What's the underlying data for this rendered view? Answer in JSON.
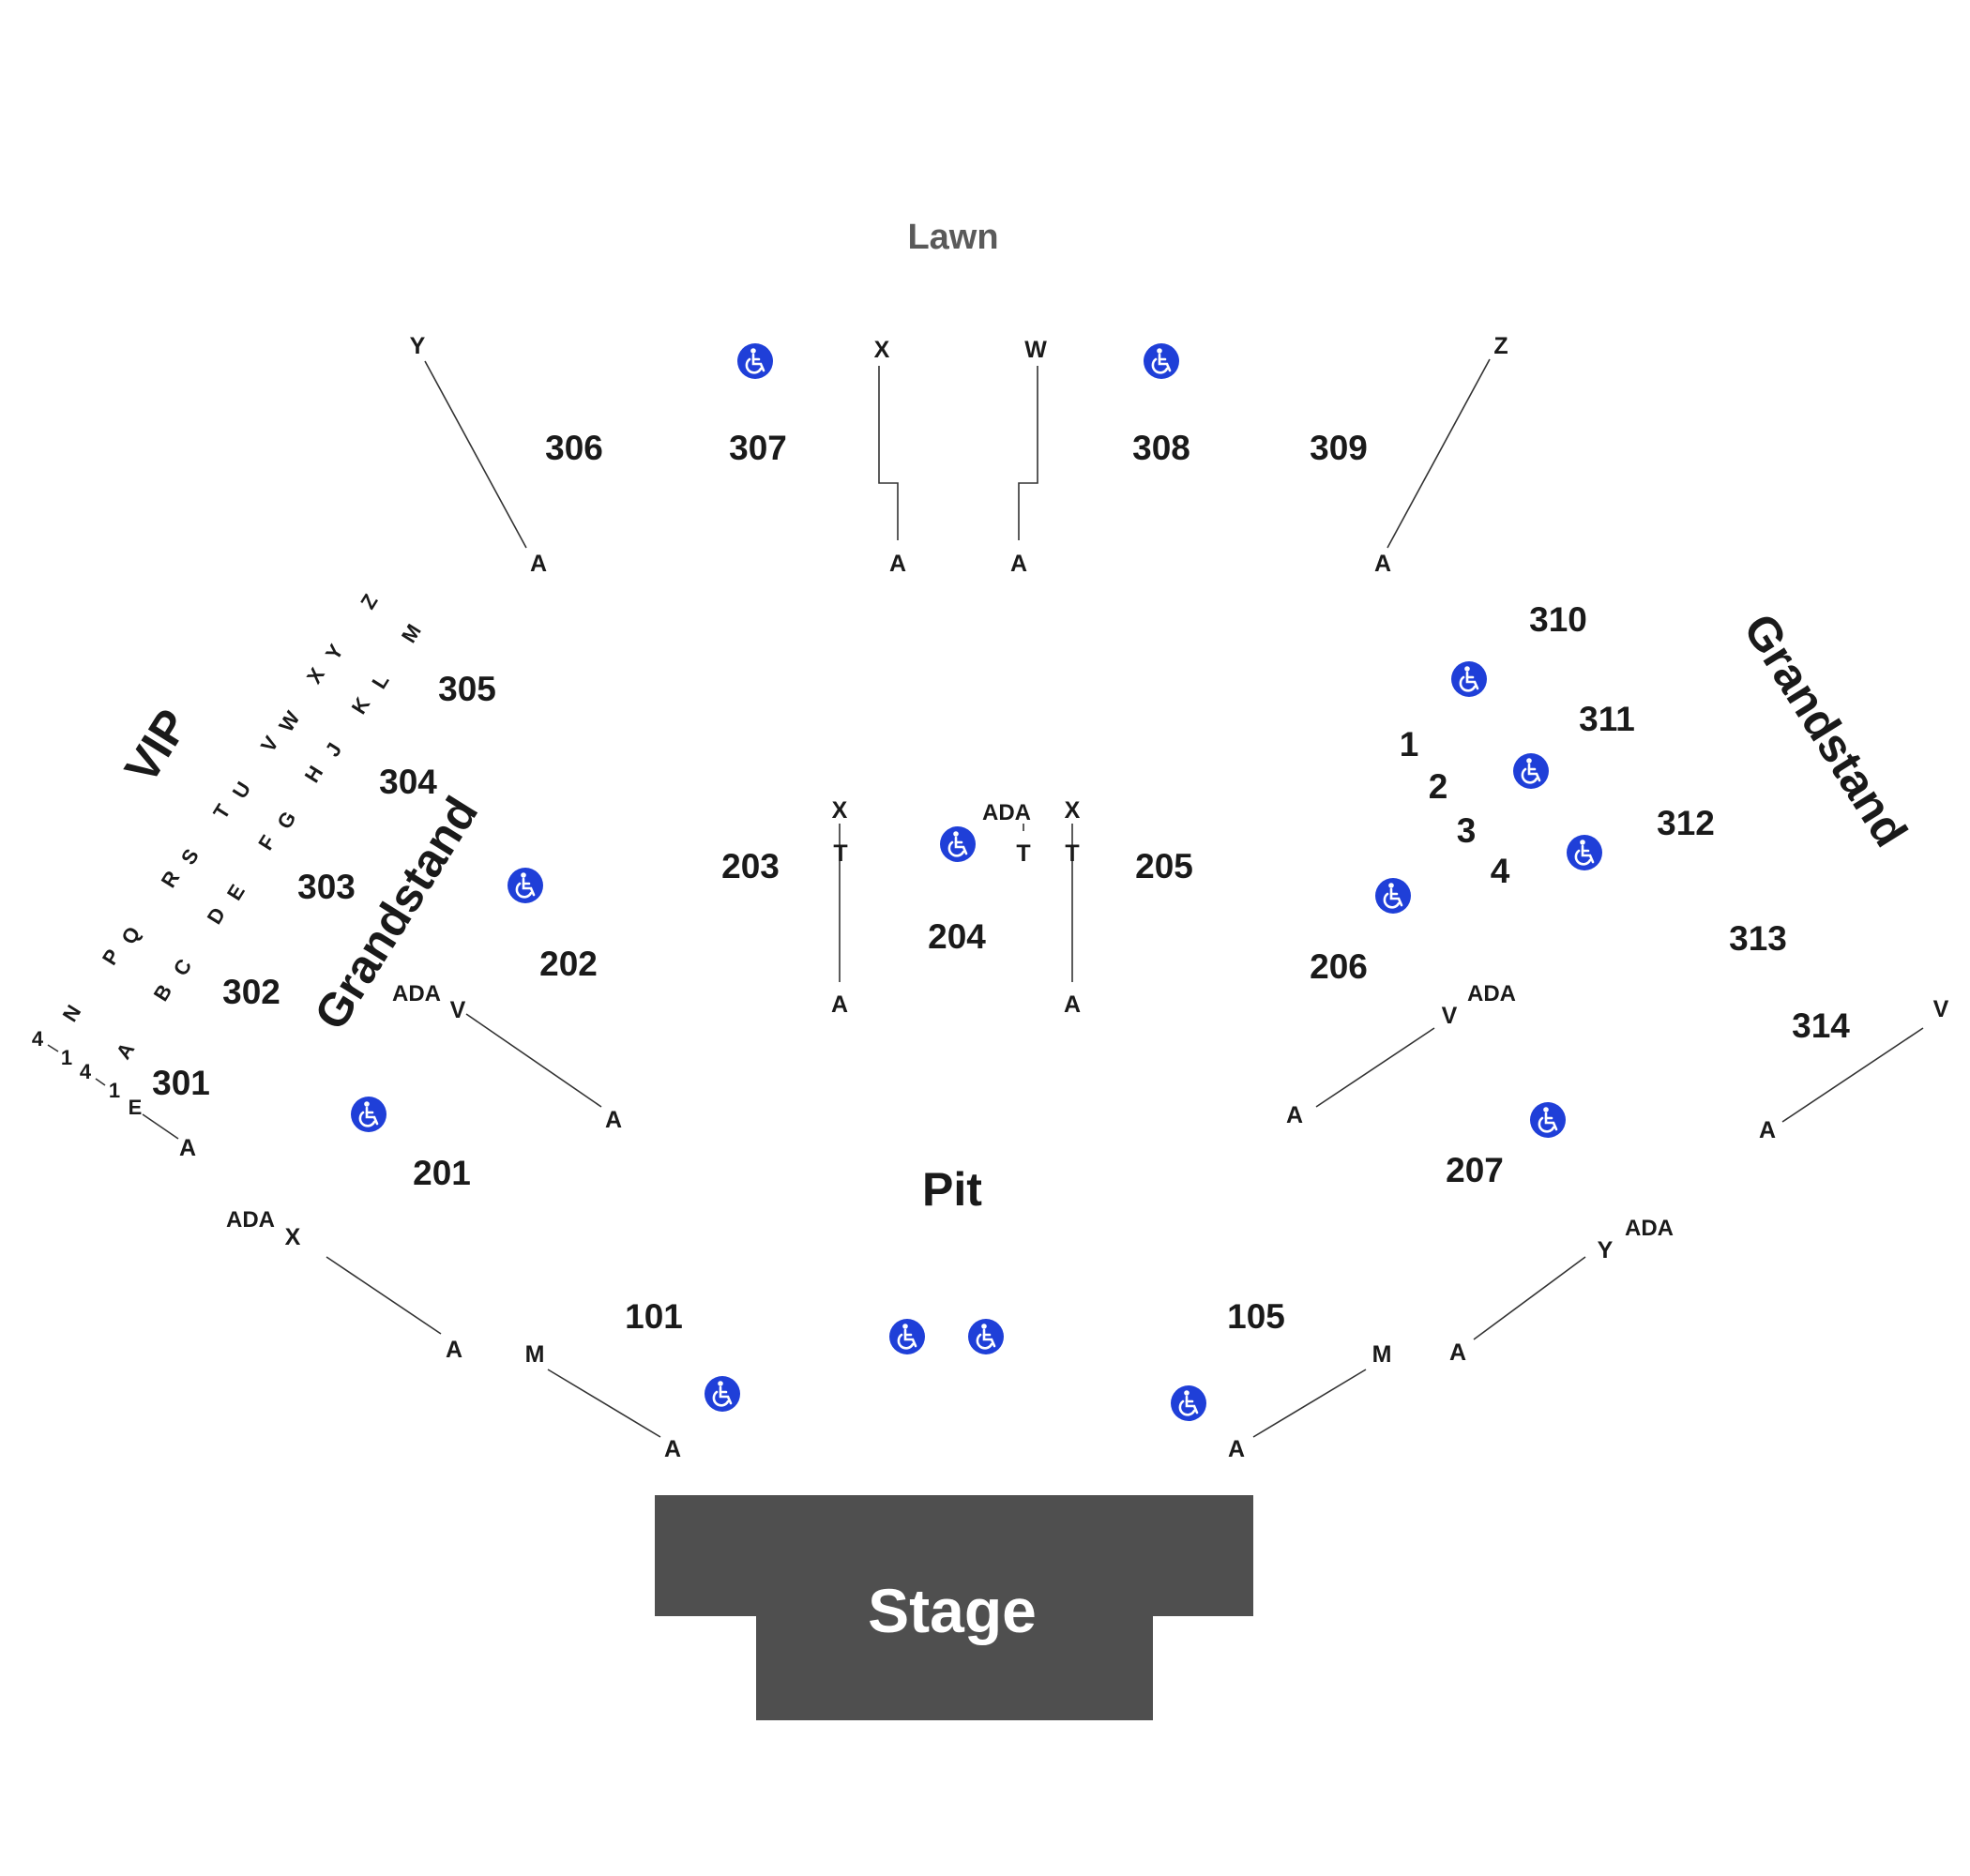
{
  "lawn": "Lawn",
  "pit": "Pit",
  "stage": "Stage",
  "vip": "VIP",
  "grandstand": "Grandstand",
  "ada": "ADA",
  "colors": {
    "stage": "#4f4f4f",
    "accessible": "#1f3fd8",
    "lawn_text": "#5a5a5a"
  },
  "icons": [
    "wheelchair-icon"
  ],
  "sections": {
    "s101": "101",
    "s105": "105",
    "s201": "201",
    "s202": "202",
    "s203": "203",
    "s204": "204",
    "s205": "205",
    "s206": "206",
    "s207": "207",
    "s301": "301",
    "s302": "302",
    "s303": "303",
    "s304": "304",
    "s305": "305",
    "s306": "306",
    "s307": "307",
    "s308": "308",
    "s309": "309",
    "s310": "310",
    "s311": "311",
    "s312": "312",
    "s313": "313",
    "s314": "314"
  },
  "rows": {
    "A": "A",
    "B": "B",
    "C": "C",
    "D": "D",
    "E": "E",
    "F": "F",
    "G": "G",
    "H": "H",
    "J": "J",
    "K": "K",
    "L": "L",
    "M": "M",
    "N": "N",
    "P": "P",
    "Q": "Q",
    "R": "R",
    "S": "S",
    "T": "T",
    "U": "U",
    "V": "V",
    "W": "W",
    "X": "X",
    "Y": "Y",
    "Z": "Z"
  },
  "numbers": {
    "n1": "1",
    "n2": "2",
    "n3": "3",
    "n4": "4"
  }
}
